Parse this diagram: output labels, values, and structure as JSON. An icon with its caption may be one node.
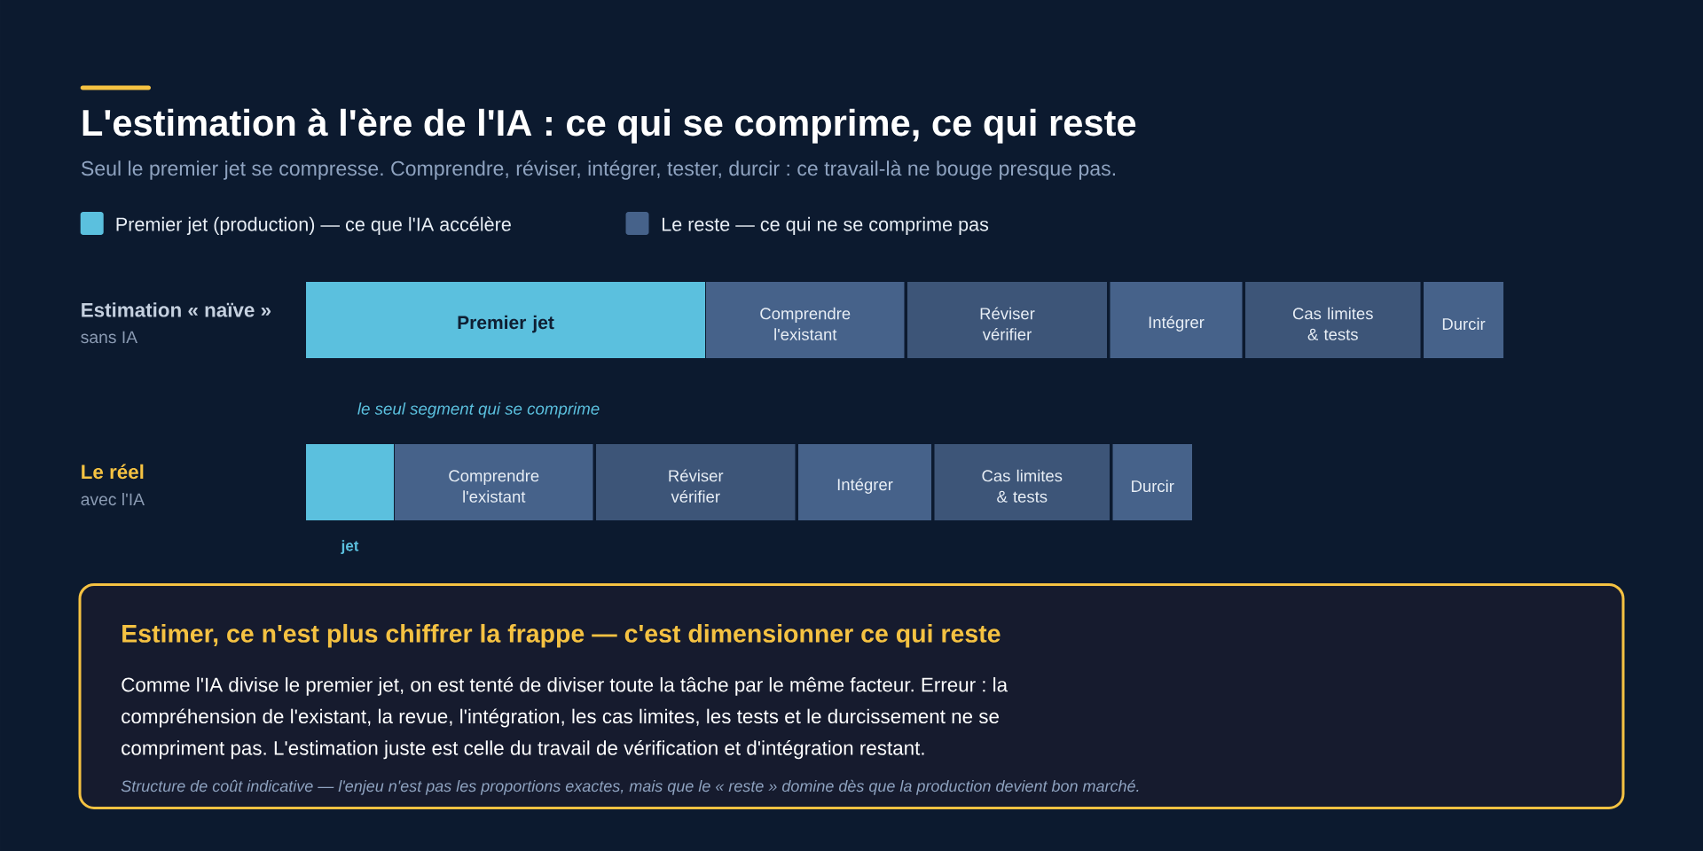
{
  "diagram": {
    "title": "L'estimation à l'ère de l'IA : ce qui se comprime, ce qui reste",
    "nodes": [
      {
        "text": [
          "Premier jet"
        ]
      },
      {
        "text": [
          "Comprendre l'existant"
        ]
      },
      {
        "text": [
          "Réviser vérifier"
        ]
      },
      {
        "text": [
          "Intégrer"
        ]
      },
      {
        "text": [
          "Cas limites & tests"
        ]
      },
      {
        "text": [
          "Durcir"
        ]
      },
      {
        "text": [],
        "shape": "bar",
        "beside": [
          "jet"
        ]
      },
      {
        "text": [
          "Comprendre l'existant"
        ]
      },
      {
        "text": [
          "Réviser vérifier"
        ]
      },
      {
        "text": [
          "Intégrer"
        ]
      },
      {
        "text": [
          "Cas limites & tests"
        ]
      },
      {
        "text": [
          "Durcir"
        ]
      },
      {
        "text": [
          "Estimer, ce n'est plus chiffrer la frappe — c'est dimensionner ce qui reste",
          "Comme l'IA divise le premier jet, on est tenté de diviser toute la tâche par le même facteur. Erreur : la compréhension de l'existant, la revue, l'intégration, les cas limites, les tests et le durcissement ne se compriment pas. L'estimation juste est celle du travail de vérification et d'intégration restant.",
          "Structure de coût indicative — l'enjeu n'est pas les proportions exactes, mais que le « reste » domine dès que la production devient bon marché."
        ]
      }
    ],
    "labels": [
      "Seul le premier jet se compresse. Comprendre, réviser, intégrer, tester, durcir : ce travail-là ne bouge presque pas.",
      "Estimation « naïve »",
      "sans IA",
      "le seul segment qui se comprime",
      "Le réel",
      "avec l'IA"
    ],
    "legend": [
      {
        "text": "Premier jet (production) — ce que l'IA accélère",
        "color": "#5bc0de"
      },
      {
        "text": "Le reste — ce qui ne se comprime pas",
        "color": "#46628a"
      }
    ]
  }
}
